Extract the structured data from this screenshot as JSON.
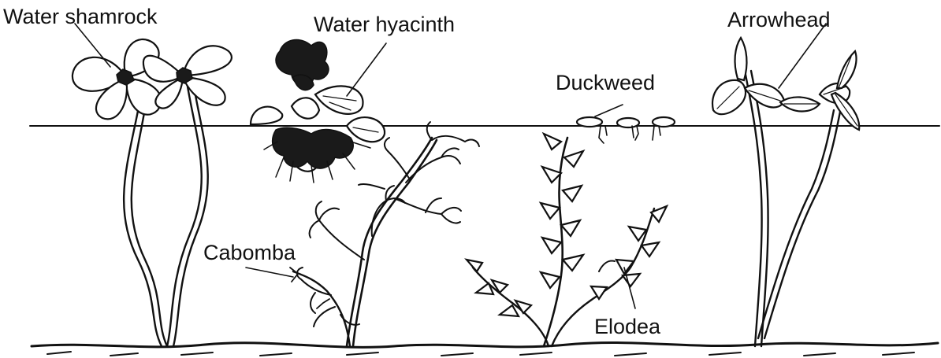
{
  "diagram": {
    "labels": {
      "water_shamrock": "Water shamrock",
      "water_hyacinth": "Water hyacinth",
      "duckweed": "Duckweed",
      "arrowhead": "Arrowhead",
      "cabomba": "Cabomba",
      "elodea": "Elodea"
    }
  }
}
